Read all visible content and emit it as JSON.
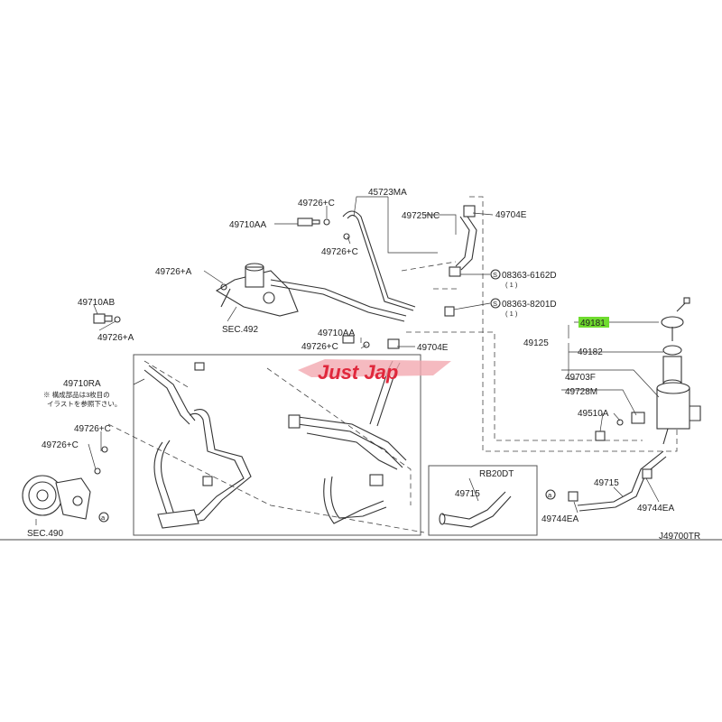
{
  "labels": {
    "p49726_c_top": "49726+C",
    "p45723ma": "45723MA",
    "p49710aa_top": "49710AA",
    "p49725nc": "49725NC",
    "p49704e_top": "49704E",
    "p49726_c_mid": "49726+C",
    "p49726_a_top": "49726+A",
    "p08363_6162d": "08363-6162D",
    "p08363_6162d_qty": "( 1 )",
    "p08363_8201d": "08363-8201D",
    "p08363_8201d_qty": "( 1 )",
    "p49710ab": "49710AB",
    "sec492": "SEC.492",
    "p49726_a_left": "49726+A",
    "p49181": "49181",
    "p49125": "49125",
    "p49710aa_mid": "49710AA",
    "p49182": "49182",
    "p49726_c_center": "49726+C",
    "p49704e_mid": "49704E",
    "p49710ra": "49710RA",
    "note_line1": "※ 構成部品は3枚目の",
    "note_line2": "イラストを参照下さい。",
    "p49703f": "49703F",
    "p49728m": "49728M",
    "p49510a": "49510A",
    "p49726_c_left1": "49726+C",
    "p49726_c_left2": "49726+C",
    "rb20dt": "RB20DT",
    "p49715_inset": "49715",
    "p49715_right": "49715",
    "p49744ea_right": "49744EA",
    "p49744ea_left": "49744EA",
    "sec490": "SEC.490",
    "diagram_code": "J49700TR",
    "watermark": "Just Jap",
    "ref_a": "a",
    "ref_b": "a"
  },
  "highlight": {
    "part": "p49181",
    "color": "#6fdc2e"
  },
  "colors": {
    "line": "#333333",
    "watermark_red": "#e0283c",
    "watermark_pink": "#f2a9b0"
  }
}
